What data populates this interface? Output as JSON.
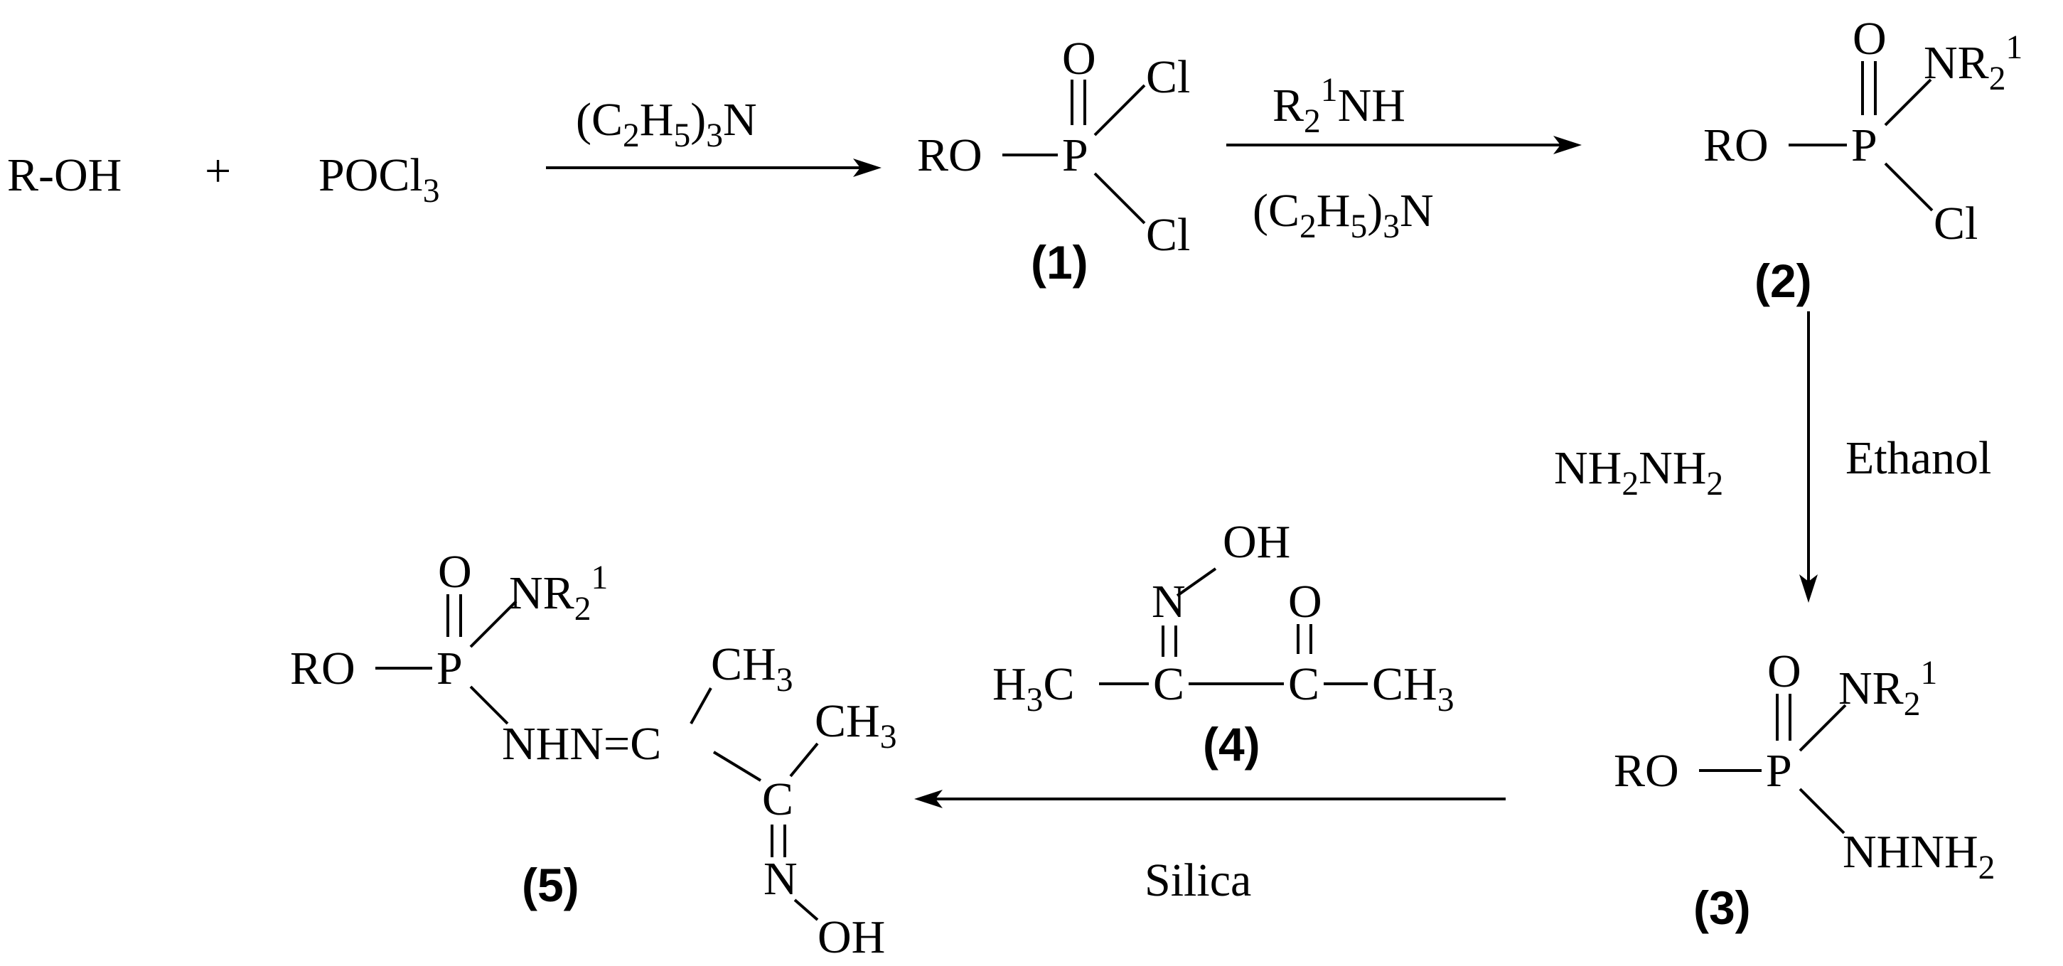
{
  "reactants": {
    "alcohol": "R-OH",
    "plus": "+",
    "poc_main": "POCl",
    "poc_sub": "3"
  },
  "step1": {
    "open": "(C",
    "sub_c": "2",
    "h": "H",
    "sub_h": "5",
    "close": ")",
    "sub_n": "3",
    "n": "N"
  },
  "compound1": {
    "ro": "RO",
    "p": "P",
    "o": "O",
    "cl_top": "Cl",
    "cl_bottom": "Cl",
    "label": "(1)"
  },
  "step2": {
    "amine_r": "R",
    "amine_sub": "2",
    "amine_sup": "1",
    "amine_nh": "NH",
    "base_open": "(C",
    "base_sub_c": "2",
    "base_h": "H",
    "base_sub_h": "5",
    "base_close": ")",
    "base_sub_n": "3",
    "base_n": "N"
  },
  "compound2": {
    "ro": "RO",
    "p": "P",
    "o": "O",
    "nr": "NR",
    "nr_sub": "2",
    "nr_sup": "1",
    "cl": "Cl",
    "label": "(2)"
  },
  "step3": {
    "hyd_nh": "NH",
    "hyd_sub1": "2",
    "hyd_nh2": "NH",
    "hyd_sub2": "2",
    "solvent": "Ethanol"
  },
  "compound3": {
    "ro": "RO",
    "p": "P",
    "o": "O",
    "nr": "NR",
    "nr_sub": "2",
    "nr_sup": "1",
    "hydrazide": "NHNH",
    "hydrazide_sub": "2",
    "label": "(3)"
  },
  "compound4": {
    "oh": "OH",
    "n": "N",
    "c_oxime": "C",
    "o": "O",
    "c_keto": "C",
    "h3c": "H",
    "h3c_sub": "3",
    "h3c_c": "C",
    "ch3": "CH",
    "ch3_sub": "3",
    "label": "(4)"
  },
  "step4": {
    "reagent": "Silica"
  },
  "compound5": {
    "ro": "RO",
    "p": "P",
    "o": "O",
    "nr": "NR",
    "nr_sub": "2",
    "nr_sup": "1",
    "nhn": "NHN=C",
    "ch3_a": "CH",
    "ch3_a_sub": "3",
    "ch3_b": "CH",
    "ch3_b_sub": "3",
    "c2": "C",
    "n": "N",
    "oh": "OH",
    "label": "(5)"
  }
}
